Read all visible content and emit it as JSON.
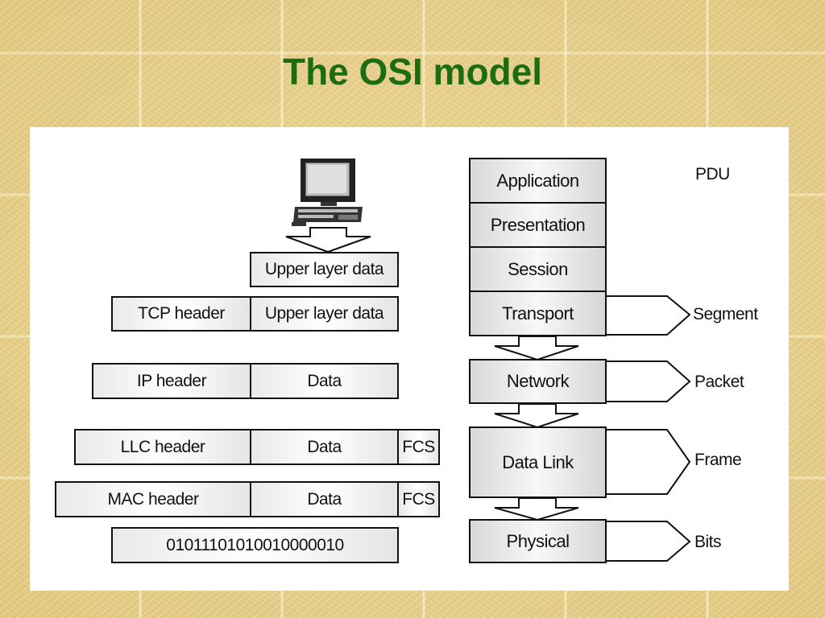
{
  "title": "The OSI model",
  "stack": {
    "upper1": [
      "Upper layer data"
    ],
    "tcp": [
      "TCP header",
      "Upper layer data"
    ],
    "ip": [
      "IP header",
      "Data"
    ],
    "llc": [
      "LLC header",
      "Data",
      "FCS"
    ],
    "mac": [
      "MAC header",
      "Data",
      "FCS"
    ],
    "bits": "01011101010010000010"
  },
  "osi_layers": [
    "Application",
    "Presentation",
    "Session",
    "Transport",
    "Network",
    "Data Link",
    "Physical"
  ],
  "pdu": {
    "heading": "PDU",
    "segment": "Segment",
    "packet": "Packet",
    "frame": "Frame",
    "bits": "Bits"
  },
  "colors": {
    "title": "#1c6d12",
    "panel": "#ffffff",
    "box_border": "#111111"
  },
  "icons": {
    "computer": "computer-icon"
  }
}
